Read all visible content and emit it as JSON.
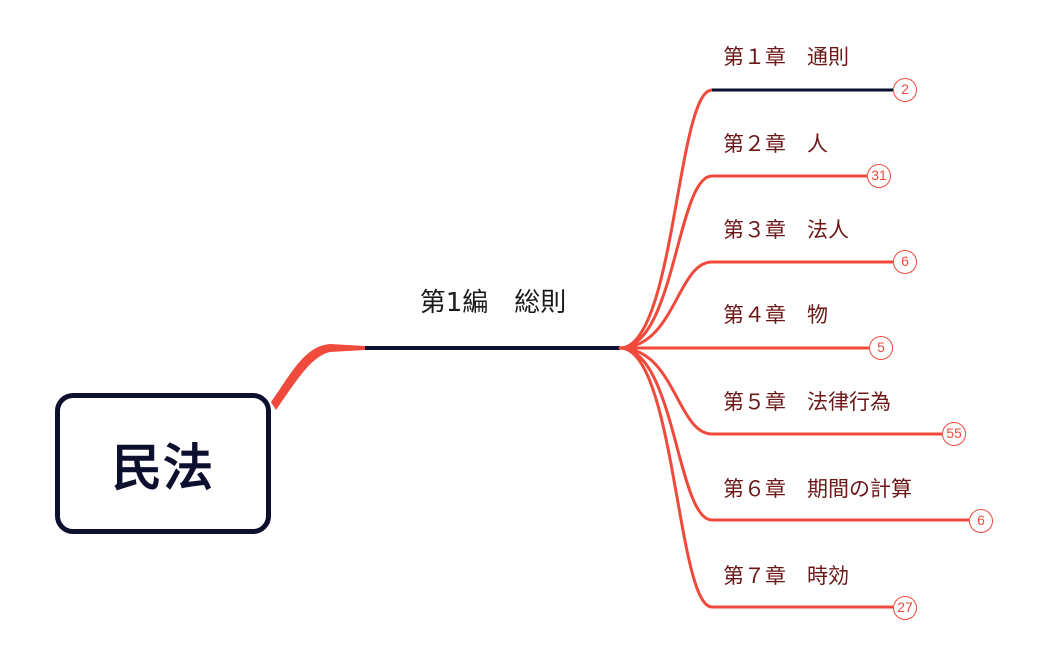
{
  "colors": {
    "root_border": "#0c0f2e",
    "branch_main": "#0c0f2e",
    "branch_sub": "#f04a3c",
    "sub_text": "#6b1717",
    "badge": "#f04a3c"
  },
  "root": {
    "label": "民法"
  },
  "main_topic": {
    "label": "第1編　総則"
  },
  "chapters": [
    {
      "label": "第１章　通則",
      "count": "2"
    },
    {
      "label": "第２章　人",
      "count": "31"
    },
    {
      "label": "第３章　法人",
      "count": "6"
    },
    {
      "label": "第４章　物",
      "count": "5"
    },
    {
      "label": "第５章　法律行為",
      "count": "55"
    },
    {
      "label": "第６章　期間の計算",
      "count": "6"
    },
    {
      "label": "第７章　時効",
      "count": "27"
    }
  ]
}
